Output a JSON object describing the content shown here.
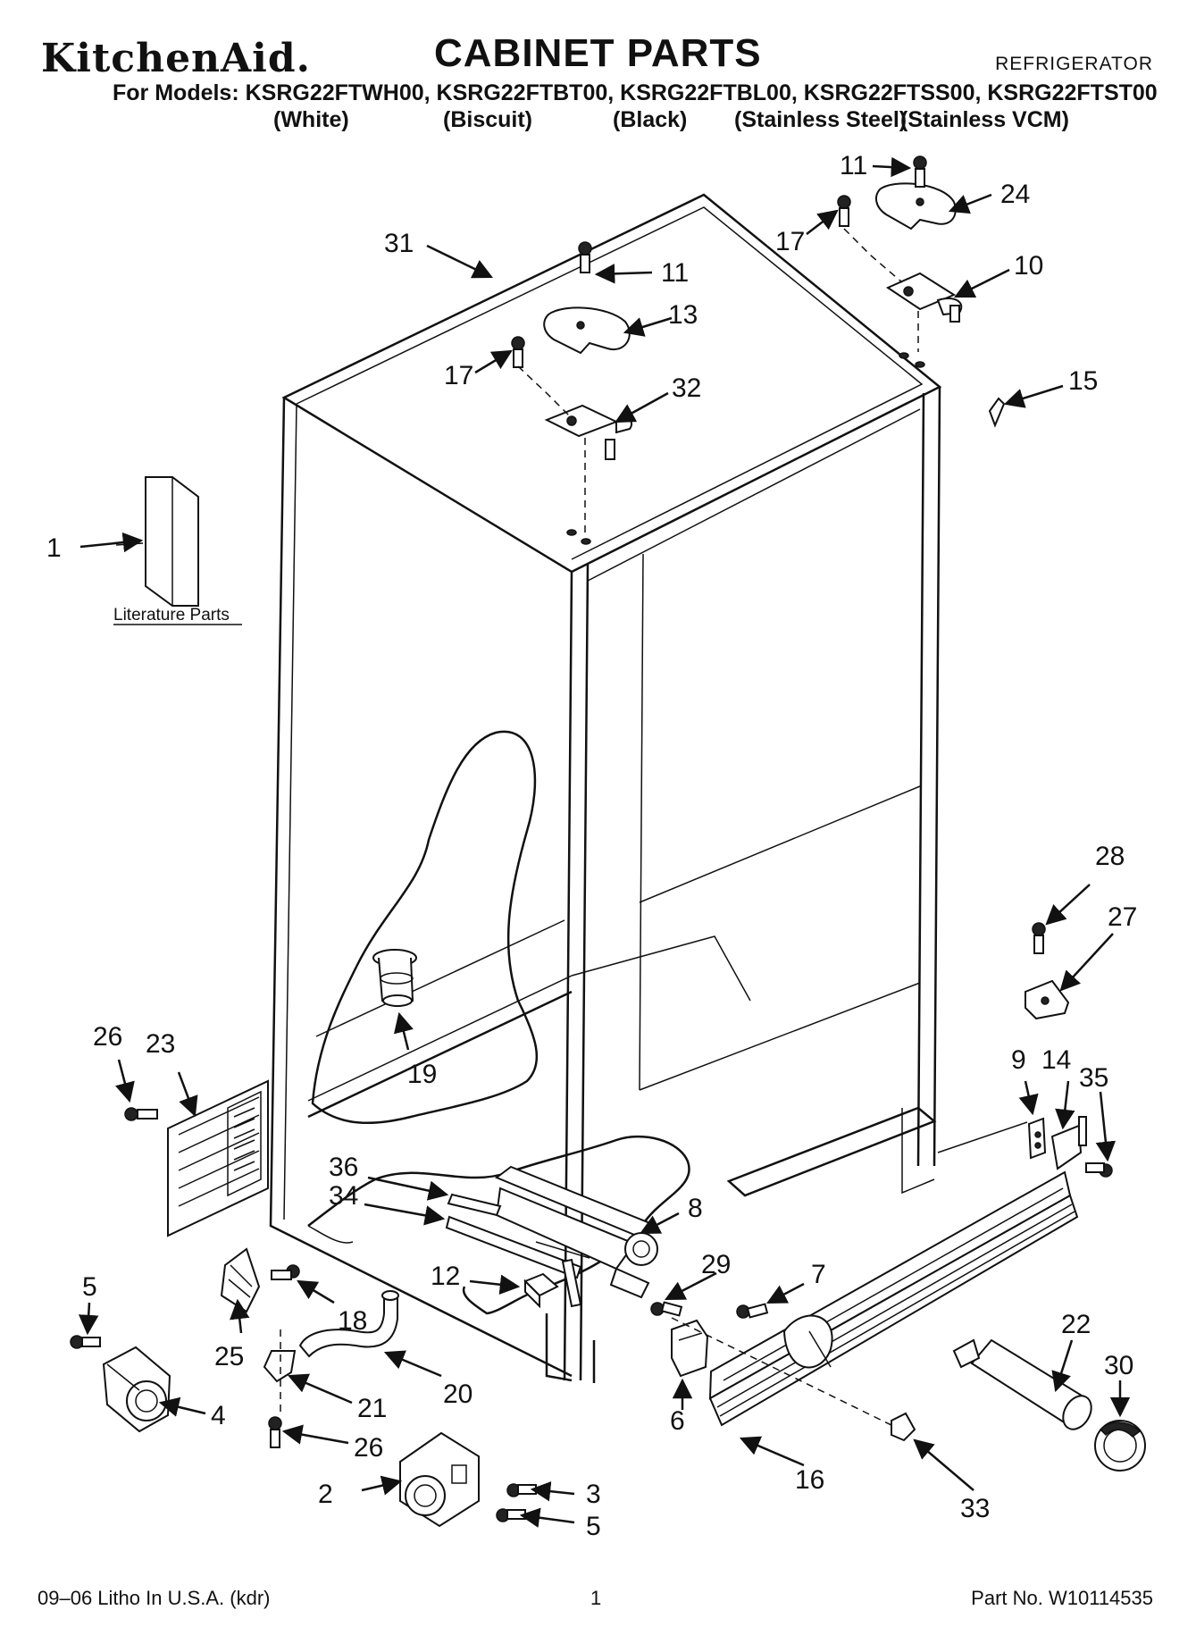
{
  "header": {
    "brand": "KitchenAid.",
    "title": "CABINET PARTS",
    "product": "REFRIGERATOR",
    "models_line": "For Models: KSRG22FTWH00, KSRG22FTBT00, KSRG22FTBL00, KSRG22FTSS00, KSRG22FTST00",
    "colors": [
      "(White)",
      "(Biscuit)",
      "(Black)",
      "(Stainless Steel)",
      "(Stainless VCM)"
    ]
  },
  "literature_label": "Literature Parts",
  "callouts": {
    "c1": "1",
    "c2": "2",
    "c3": "3",
    "c4": "4",
    "c5a": "5",
    "c5b": "5",
    "c6": "6",
    "c7": "7",
    "c8": "8",
    "c9": "9",
    "c10": "10",
    "c11a": "11",
    "c11b": "11",
    "c12": "12",
    "c13": "13",
    "c14": "14",
    "c15": "15",
    "c16": "16",
    "c17a": "17",
    "c17b": "17",
    "c18": "18",
    "c19": "19",
    "c20": "20",
    "c21": "21",
    "c22": "22",
    "c23": "23",
    "c24": "24",
    "c25": "25",
    "c26a": "26",
    "c26b": "26",
    "c27": "27",
    "c28": "28",
    "c29": "29",
    "c30": "30",
    "c31": "31",
    "c32": "32",
    "c33": "33",
    "c34": "34",
    "c35": "35",
    "c36": "36"
  },
  "footer": {
    "litho": "09–06 Litho In U.S.A. (kdr)",
    "page": "1",
    "part_no": "Part No. W10114535"
  }
}
